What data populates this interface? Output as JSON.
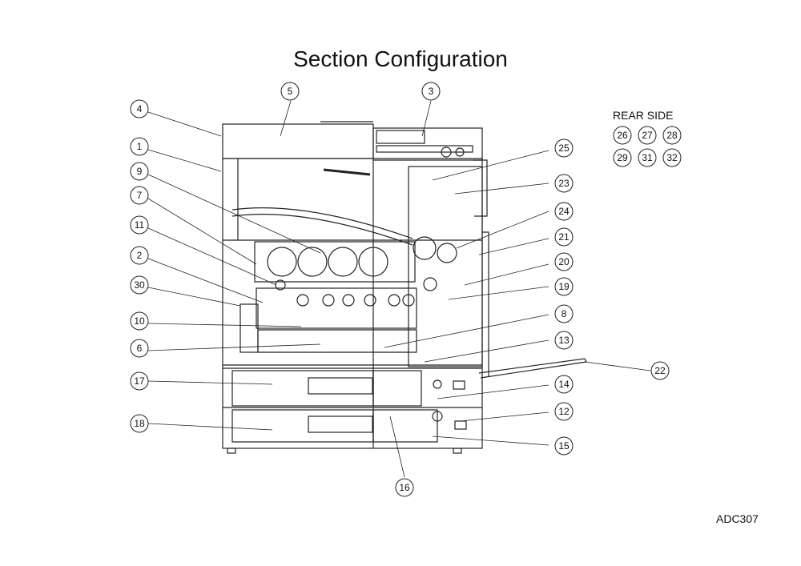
{
  "title": "Section Configuration",
  "rear_side": {
    "label": "REAR SIDE",
    "numbers": [
      "26",
      "27",
      "28",
      "29",
      "31",
      "32"
    ]
  },
  "figure_code": "ADC307",
  "callouts": [
    "1",
    "2",
    "3",
    "4",
    "5",
    "6",
    "7",
    "8",
    "9",
    "10",
    "11",
    "12",
    "13",
    "14",
    "15",
    "16",
    "17",
    "18",
    "19",
    "20",
    "21",
    "22",
    "23",
    "24",
    "25",
    "30"
  ]
}
